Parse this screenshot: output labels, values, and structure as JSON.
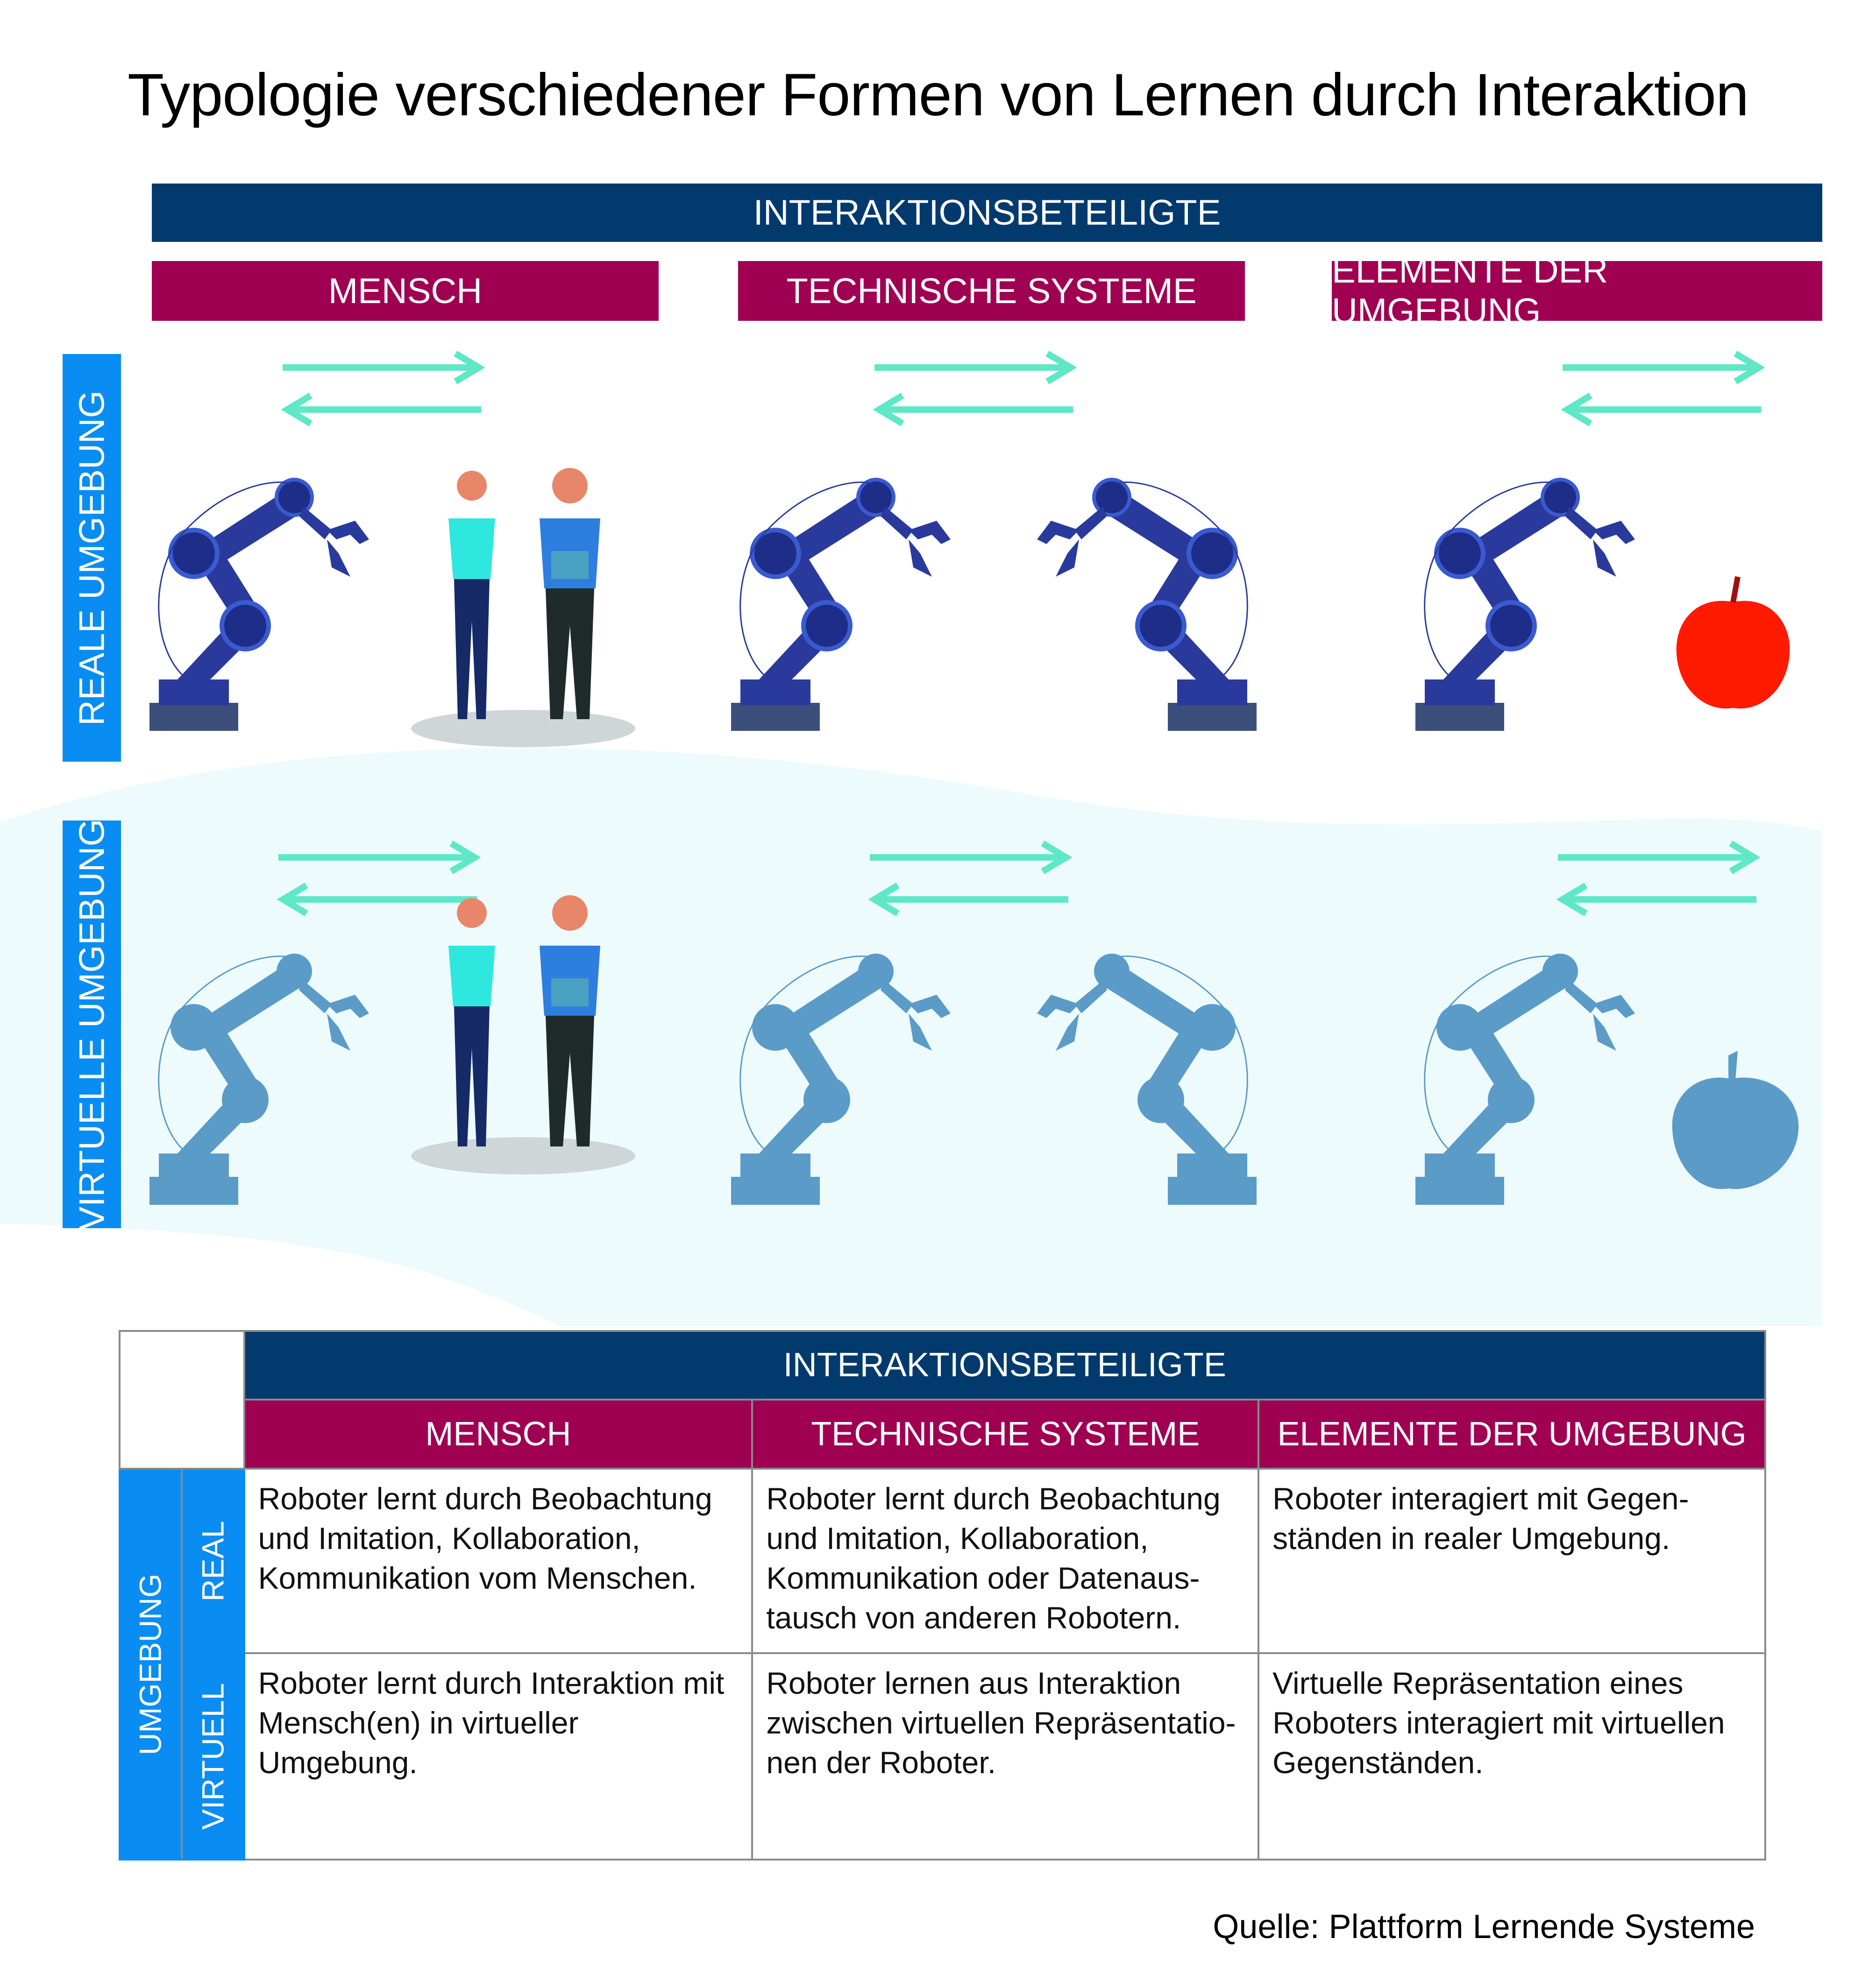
{
  "title": "Typologie verschiedener Formen von Lernen durch Interaktion",
  "diagram": {
    "header": "INTERAKTIONSBETEILIGTE",
    "columns": [
      "MENSCH",
      "TECHNISCHE SYSTEME",
      "ELEMENTE DER UMGEBUNG"
    ],
    "rows": [
      "REALE UMGEBUNG",
      "VIRTUELLE UMGEBUNG"
    ]
  },
  "table": {
    "header": "INTERAKTIONSBETEILIGTE",
    "columns": [
      "MENSCH",
      "TECHNISCHE SYSTEME",
      "ELEMENTE DER UMGEBUNG"
    ],
    "row_group": "UMGEBUNG",
    "rows": [
      {
        "label": "REAL",
        "cells": [
          "Roboter lernt durch Beobachtung und Imitation, Kollaboration, Kommunikation vom Menschen.",
          "Roboter lernt durch Beobachtung und Imitation, Kollaboration, Kommunikation oder Datenaus­tausch von anderen Robotern.",
          "Roboter interagiert mit Gegen­ständen in realer Umgebung."
        ]
      },
      {
        "label": "VIRTUELL",
        "cells": [
          "Roboter lernt durch Interaktion mit Mensch(en) in virtueller Umgebung.",
          "Roboter lernen aus Interaktion zwischen virtuellen Repräsentatio­nen der Roboter.",
          "Virtuelle Repräsentation eines Roboters interagiert mit virtuellen Gegenständen."
        ]
      }
    ]
  },
  "source": "Quelle: Plattform Lernende Systeme",
  "colors": {
    "navy": "#033a6e",
    "magenta": "#a00052",
    "blue": "#0a8df2",
    "arrow": "#5ee8c8",
    "robot": "#2a3a9c",
    "virtual": "#5b9bc8"
  }
}
